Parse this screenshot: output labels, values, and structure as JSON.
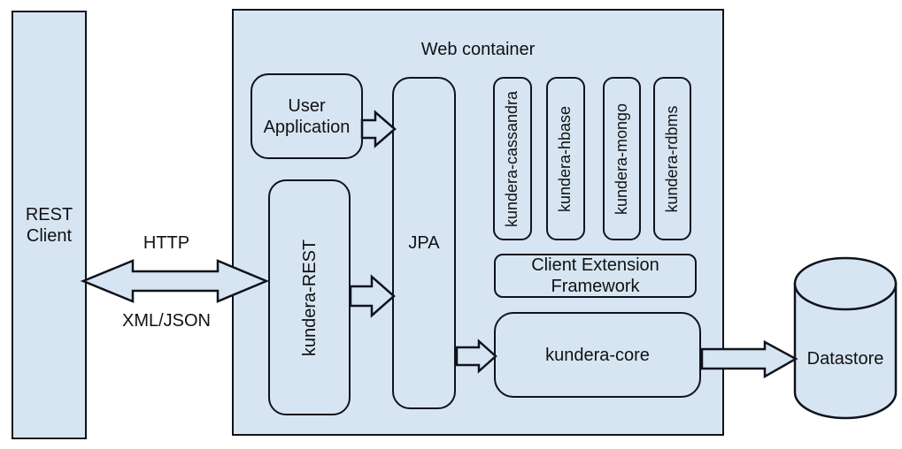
{
  "colors": {
    "box-fill": "#d7e5f3",
    "box-stroke": "#10131c",
    "text-color": "#111111"
  },
  "diagram": {
    "rest_client": "REST Client",
    "web_container_title": "Web container",
    "user_application": "User Application",
    "kundera_rest": "kundera-REST",
    "jpa": "JPA",
    "pillars": [
      {
        "label": "kundera-cassandra"
      },
      {
        "label": "kundera-hbase"
      },
      {
        "label": "kundera-mongo"
      },
      {
        "label": "kundera-rdbms"
      }
    ],
    "client_extension_framework": "Client Extension Framework",
    "kundera_core": "kundera-core",
    "datastore": "Datastore",
    "connections": {
      "http_label": "HTTP",
      "xml_json_label": "XML/JSON"
    }
  }
}
